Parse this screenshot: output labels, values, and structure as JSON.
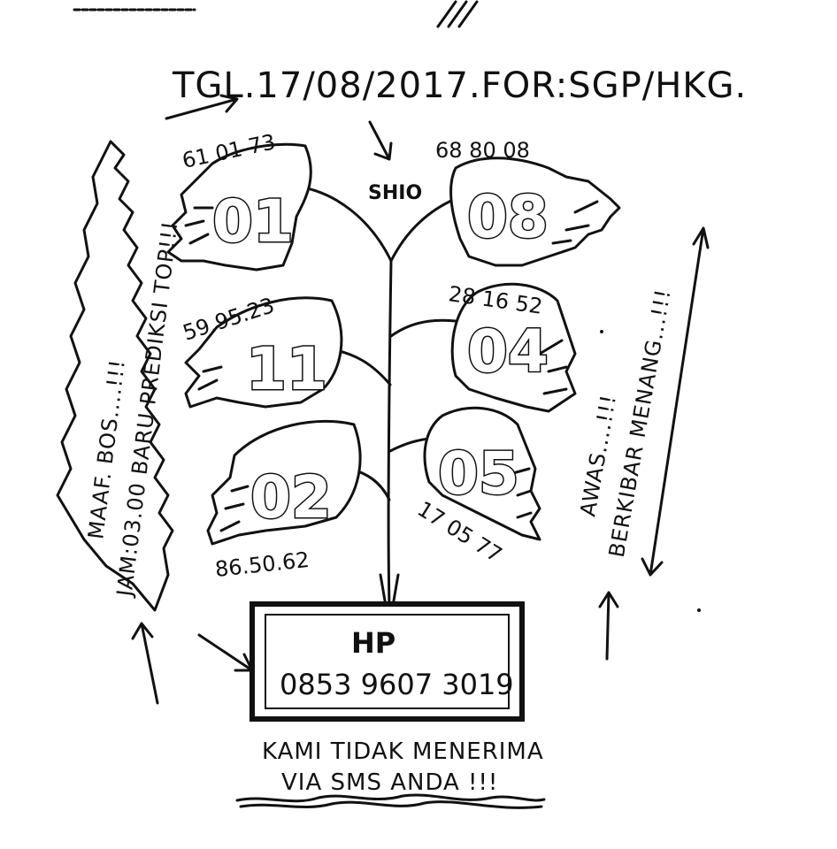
{
  "header": {
    "date_line": "TGL.17/08/2017.FOR:SGP/HKG."
  },
  "shio_label": "SHIO",
  "leaves": [
    {
      "id": "01",
      "number": "01",
      "small": "61 01 73"
    },
    {
      "id": "08",
      "number": "08",
      "small": "68 80 08"
    },
    {
      "id": "11",
      "number": "11",
      "small": "59.95.23"
    },
    {
      "id": "04",
      "number": "04",
      "small": "28 16 52"
    },
    {
      "id": "02",
      "number": "02",
      "small": "86.50.62"
    },
    {
      "id": "05",
      "number": "05",
      "small": "17 05 77"
    }
  ],
  "side_left": {
    "line1": "MAAF. BOS....!!!",
    "line2": "JAM:03.00 BARU PREDIKSI TOP!!!"
  },
  "side_right": {
    "line1": "AWAS....!!!",
    "line2": "BERKIBAR MENANG...!!!"
  },
  "pot": {
    "hp_label": "HP",
    "phone": "0853 9607 3019"
  },
  "footer": {
    "line1": "KAMI TIDAK MENERIMA",
    "line2": "VIA SMS ANDA !!!"
  }
}
